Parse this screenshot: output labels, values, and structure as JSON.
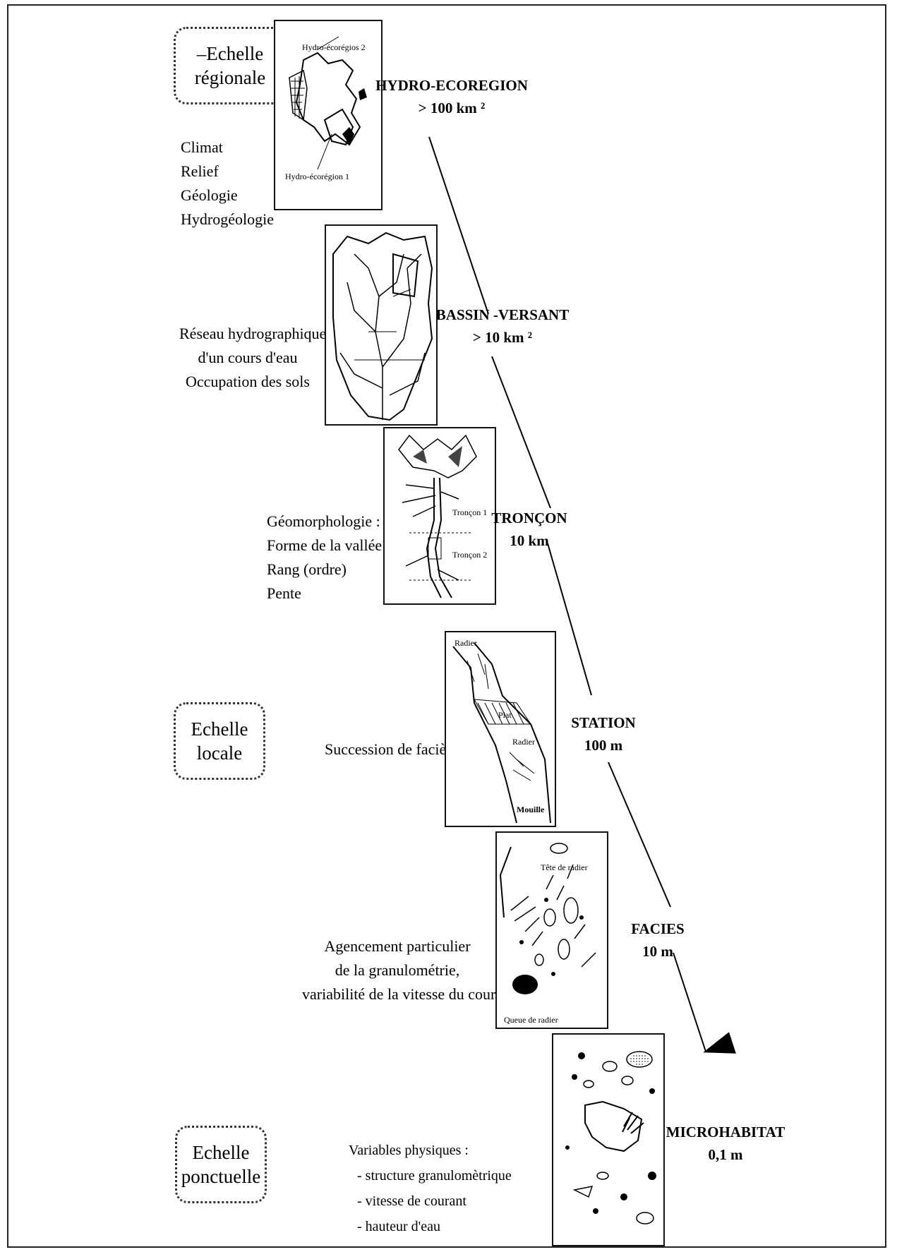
{
  "scales": {
    "regional": [
      "–Echelle",
      "régionale"
    ],
    "local": [
      "Echelle",
      "locale"
    ],
    "point": [
      "Echelle",
      "ponctuelle"
    ]
  },
  "descriptions": {
    "hydro": [
      "Climat",
      "Relief",
      "Géologie",
      "Hydrogéologie"
    ],
    "bassin": [
      "Réseau hydrographique",
      "d'un cours d'eau",
      "Occupation des sols"
    ],
    "troncon": [
      "Géomorphologie :",
      "Forme de la vallée",
      "Rang (ordre)",
      "Pente"
    ],
    "station": [
      "Succession de faciès"
    ],
    "facies": [
      "Agencement particulier",
      "de la granulométrie,",
      "variabilité  de la vitesse du courant"
    ],
    "micro": [
      "Variables physiques :",
      "- structure granulomètrique",
      "- vitesse de courant",
      "- hauteur d'eau"
    ]
  },
  "panels": {
    "hydro": [
      "Hydro-écorégios 2",
      "Hydro-écorégion 1"
    ],
    "troncon": [
      "Tronçon 1",
      "Tronçon 2"
    ],
    "station": [
      "Radier",
      "Plat",
      "Radier",
      "Mouille"
    ],
    "facies": [
      "Tête de radier",
      "Queue de radier"
    ]
  },
  "levels": {
    "hydro": {
      "name": "HYDRO-ECOREGION",
      "size": "> 100  km ²"
    },
    "bassin": {
      "name": "BASSIN -VERSANT",
      "size": "> 10  km ²"
    },
    "troncon": {
      "name": "TRONÇON",
      "size": "10  km"
    },
    "station": {
      "name": "STATION",
      "size": "100  m"
    },
    "facies": {
      "name": "FACIES",
      "size": "10  m"
    },
    "micro": {
      "name": "MICROHABITAT",
      "size": "0,1  m"
    }
  }
}
